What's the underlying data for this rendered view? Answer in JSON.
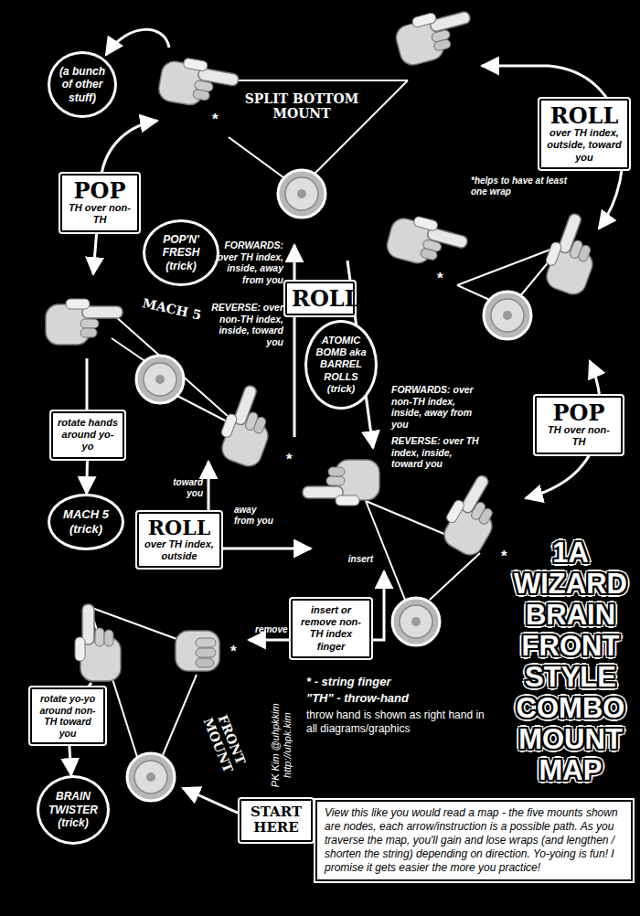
{
  "diagram": {
    "title": "1A WIZARD BRAIN FRONT STYLE COMBO MOUNT MAP",
    "nodes": [
      {
        "text": [
          "(a bunch of other stuff)"
        ]
      },
      {
        "text": [
          "POP",
          "TH over non-TH"
        ]
      },
      {
        "text": [
          "POP'N' FRESH (trick)"
        ]
      },
      {
        "text": [
          "ROLL",
          "over TH index, outside, toward you"
        ]
      },
      {
        "text": [
          "ROLL"
        ]
      },
      {
        "text": [
          "ATOMIC BOMB aka BARREL ROLLS (trick)"
        ]
      },
      {
        "text": [
          "rotate hands around yo-yo"
        ]
      },
      {
        "text": [
          "MACH 5 (trick)"
        ]
      },
      {
        "text": [
          "ROLL",
          "over TH index, outside"
        ]
      },
      {
        "text": [
          "POP",
          "TH over non-TH"
        ]
      },
      {
        "text": [
          "insert or remove non-TH index finger"
        ]
      },
      {
        "text": [
          "rotate yo-yo around non-TH toward you"
        ]
      },
      {
        "text": [
          "BRAIN TWISTER (trick)"
        ]
      },
      {
        "text": [
          "START HERE"
        ]
      },
      {
        "text": [
          "View this like you would read a map - the five mounts shown are nodes, each arrow/instruction is a possible path. As you traverse the map, you'll gain and lose wraps (and lengthen / shorten the string) depending on direction. Yo-yoing is fun! I promise it gets easier the more you practice!"
        ]
      }
    ],
    "edges": [
      {
        "from": 6,
        "to": 7,
        "arrow": "to"
      },
      {
        "from": 11,
        "to": 12,
        "arrow": "to"
      }
    ],
    "labels": [
      "SPLIT BOTTOM MOUNT",
      "*",
      "*helps to have at least one wrap",
      "*",
      "FORWARDS: over TH index, inside, away from you",
      "REVERSE: over non-TH index, inside, toward you",
      "MACH 5",
      "FORWARDS: over non-TH index, inside, away from you",
      "REVERSE: over TH index, inside, toward you",
      "*",
      "toward you",
      "away from you",
      "insert",
      "*",
      "remove",
      "*",
      "* - string finger",
      "\"TH\" - throw-hand",
      "throw hand is shown as right hand in all diagrams/graphics",
      "FRONT MOUNT",
      "PK Kim @uhpkkim http://uhpk.kim"
    ]
  }
}
